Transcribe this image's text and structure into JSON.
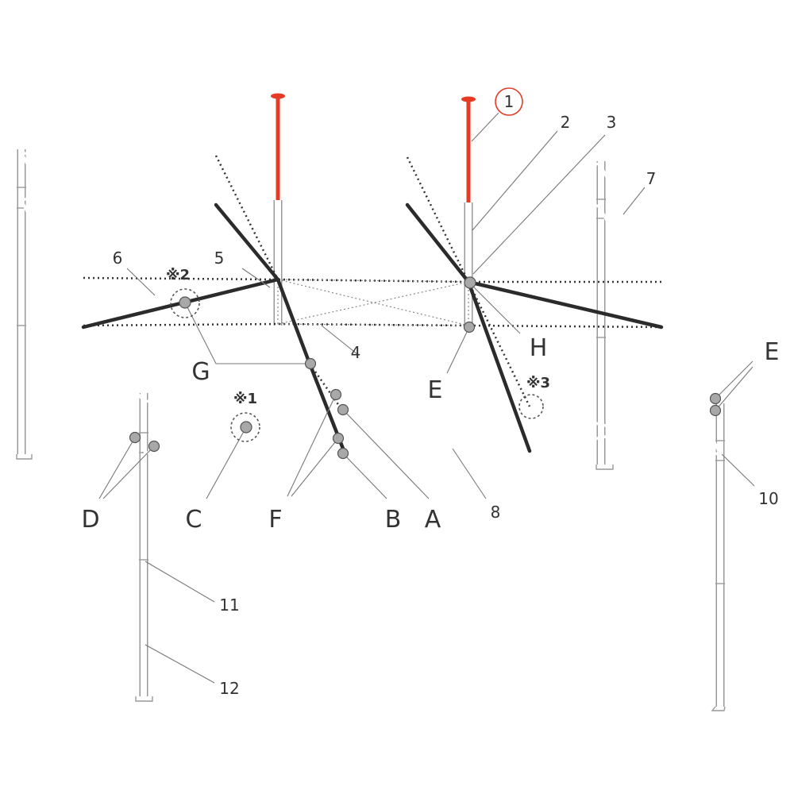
{
  "part_numbers": [
    "1",
    "2",
    "3",
    "4",
    "5",
    "6",
    "7",
    "8",
    "10",
    "11",
    "12"
  ],
  "joint_letters": [
    "A",
    "B",
    "C",
    "D",
    "E",
    "E",
    "F",
    "G",
    "H"
  ],
  "reference_marks": [
    "※1",
    "※2",
    "※3"
  ],
  "colors": {
    "highlight": "#e53b25",
    "frame": "#999999",
    "strut": "#2b2b2b",
    "joint": "#a8a8a8"
  }
}
